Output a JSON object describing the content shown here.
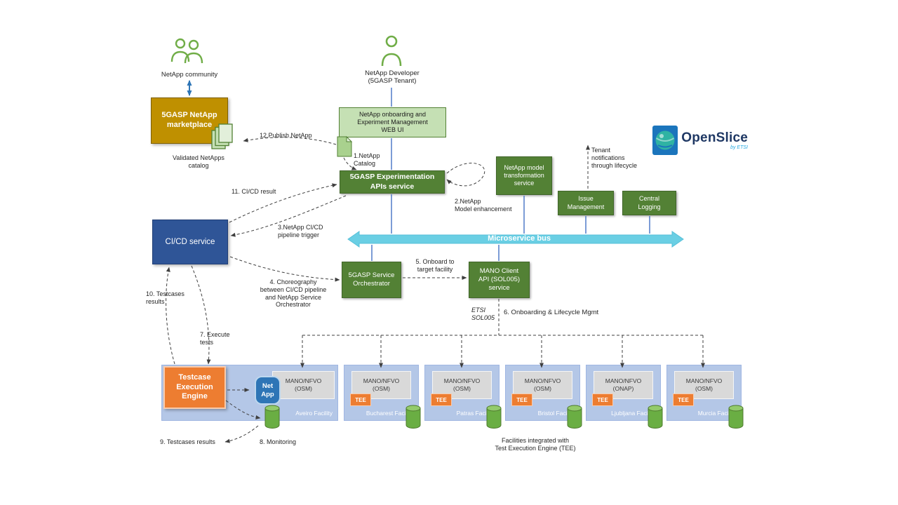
{
  "actors": {
    "community_label": "NetApp community",
    "developer_label": "NetApp Developer\n(5GASP Tenant)"
  },
  "nodes": {
    "marketplace": "5GASP NetApp marketplace",
    "validated_catalog": "Validated NetApps\ncatalog",
    "web_ui": "NetApp onboarding and\nExperiment Management\nWEB UI",
    "experimentation_api": "5GASP Experimentation\nAPIs service",
    "model_transformation": "NetApp model\ntransformation\nservice",
    "issue_management": "Issue\nManagement",
    "central_logging": "Central\nLogging",
    "microservice_bus": "Microservice bus",
    "cicd_service": "CI/CD service",
    "service_orchestrator": "5GASP Service\nOrchestrator",
    "mano_client": "MANO Client\nAPI (SOL005)\nservice",
    "testcase_engine": "Testcase\nExecution\nEngine",
    "netapp_badge": "Net App"
  },
  "flows": {
    "f1": "1.NetApp\nCatalog",
    "f2": "2.NetApp\nModel enhancement",
    "f3": "3.NetApp CI/CD\npipeline trigger",
    "f4": "4. Choreography\nbetween CI/CD pipeline\nand NetApp Service\nOrchestrator",
    "f5": "5. Onboard to\ntarget facility",
    "f6": "6. Onboarding & Lifecycle Mgmt",
    "f7": "7. Execute\ntests",
    "f8": "8. Monitoring",
    "f9": "9. Testcases results",
    "f10": "10. Testcases\nresults",
    "f11": "11. CI/CD result",
    "f12": "12.Publish NetApp",
    "tenant_notifications": "Tenant\nnotifications\nthrough lifecycle",
    "etsi_sol005": "ETSI\nSOL005",
    "facilities_note": "Facilities integrated with\nTest Execution Engine (TEE)"
  },
  "logo": {
    "name": "OpenSlice",
    "byline": "by ETSI"
  },
  "facilities": [
    {
      "name": "Aveiro Facility",
      "mano": "MANO/NFVO (OSM)",
      "tee": ""
    },
    {
      "name": "Bucharest Facility",
      "mano": "MANO/NFVO (OSM)",
      "tee": "TEE"
    },
    {
      "name": "Patras Facility",
      "mano": "MANO/NFVO (OSM)",
      "tee": "TEE"
    },
    {
      "name": "Bristol Facility",
      "mano": "MANO/NFVO (OSM)",
      "tee": "TEE"
    },
    {
      "name": "Ljubljana Facility",
      "mano": "MANO/NFVO (ONAP)",
      "tee": "TEE"
    },
    {
      "name": "Murcia Facility",
      "mano": "MANO/NFVO (OSM)",
      "tee": "TEE"
    }
  ],
  "colors": {
    "gold": "#BF9000",
    "green": "#538135",
    "light_green": "#C5E0B4",
    "blue": "#2F5597",
    "bus_cyan": "#6ACFE4",
    "facility_blue": "#B4C7E7",
    "mano_grey": "#D9D9D9",
    "orange": "#ED7D31",
    "netapp_blue": "#2E75B6",
    "db_green": "#6AAE43"
  }
}
